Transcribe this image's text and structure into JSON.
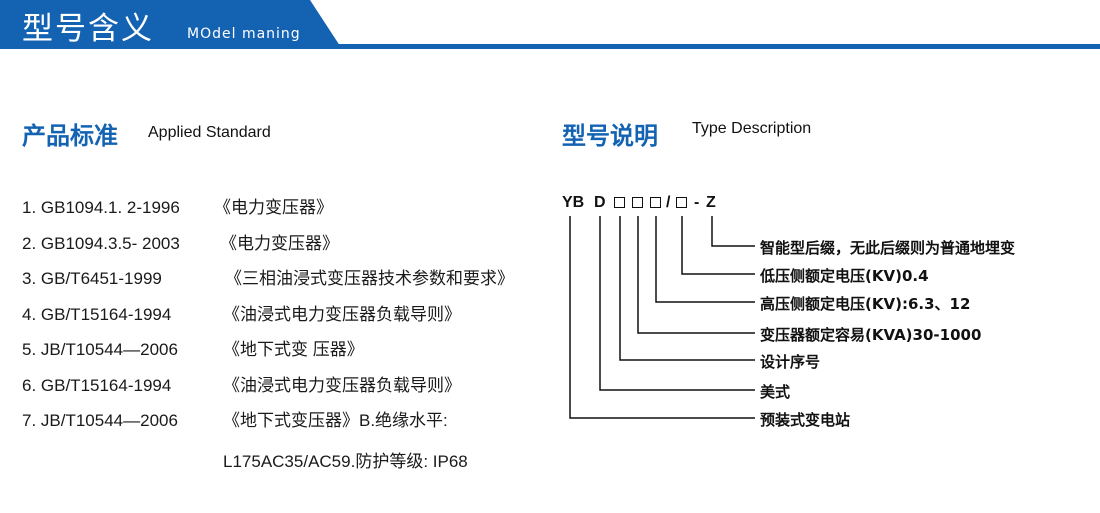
{
  "header": {
    "title": "型号含义",
    "subtitle": "MOdel maning"
  },
  "standards": {
    "title": "产品标准",
    "subtitle": "Applied Standard",
    "items": [
      {
        "code": "1. GB1094.1. 2-1996",
        "name": "《电力变压器》"
      },
      {
        "code": "2. GB1094.3.5- 2003",
        "name": "《电力变压器》"
      },
      {
        "code": "3. GB/T6451-1999",
        "name": "《三相油浸式变压器技术参数和要求》"
      },
      {
        "code": "4. GB/T15164-1994",
        "name": "《油浸式电力变压器负载导则》"
      },
      {
        "code": "5. JB/T10544—2006",
        "name": "《地下式变 压器》"
      },
      {
        "code": "6. GB/T15164-1994",
        "name": "《油浸式电力变压器负载导则》"
      },
      {
        "code": "7. JB/T10544—2006",
        "name": "《地下式变压器》B.绝缘水平:"
      }
    ],
    "continuation": "L175AC35/AC59.防护等级: IP68"
  },
  "type_desc": {
    "title": "型号说明",
    "subtitle": "Type Description",
    "code": {
      "yb": "YB",
      "d": "D",
      "slash": "/",
      "dash": "-",
      "z": "Z"
    },
    "descriptions": [
      "智能型后缀，无此后缀则为普通地埋变",
      "低压侧额定电压(KV)0.4",
      "高压侧额定电压(KV):6.3、12",
      "变压器额定容易(KVA)30-1000",
      "设计序号",
      "美式",
      "预装式变电站"
    ]
  },
  "colors": {
    "accent": "#1463b3"
  }
}
